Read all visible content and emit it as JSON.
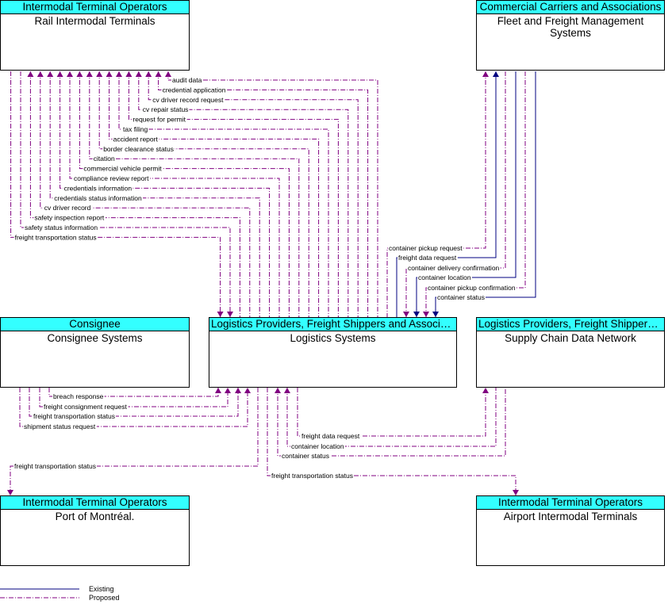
{
  "nodes": {
    "rail": {
      "category": "Intermodal Terminal Operators",
      "name": "Rail Intermodal Terminals"
    },
    "fleet": {
      "category": "Commercial Carriers and Associations",
      "name": "Fleet and Freight Management Systems"
    },
    "consignee": {
      "category": "Consignee",
      "name": "Consignee Systems"
    },
    "logistics": {
      "category": "Logistics Providers, Freight Shippers and Associat...",
      "name": "Logistics Systems"
    },
    "supply": {
      "category": "Logistics Providers, Freight Shippers ...",
      "name": "Supply Chain Data Network"
    },
    "port": {
      "category": "Intermodal Terminal Operators",
      "name": "Port of Montréal."
    },
    "airport": {
      "category": "Intermodal Terminal Operators",
      "name": "Airport Intermodal Terminals"
    }
  },
  "flows": {
    "rail_logistics": [
      "audit data",
      "credential application",
      "cv driver record request",
      "cv repair status",
      "request for permit",
      "tax filing",
      "accident report",
      "border clearance status",
      "citation",
      "commercial vehicle permit",
      "compliance review report",
      "credentials information",
      "credentials status information",
      "cv driver record",
      "safety inspection report",
      "safety status information",
      "freight transportation status"
    ],
    "fleet_logistics": [
      "container pickup request",
      "freight data request",
      "container delivery confirmation",
      "container location",
      "container pickup confirmation",
      "container status"
    ],
    "consignee_logistics": [
      "breach response",
      "freight consignment request",
      "freight transportation status",
      "shipment status request"
    ],
    "supply_logistics": [
      "freight data request",
      "container location",
      "container status"
    ],
    "port": "freight transportation status",
    "airport": "freight transportation status"
  },
  "legend": {
    "existing": "Existing",
    "proposed": "Proposed"
  },
  "colors": {
    "flow": "#800080",
    "existing": "#000080",
    "header": "#33ffff"
  }
}
